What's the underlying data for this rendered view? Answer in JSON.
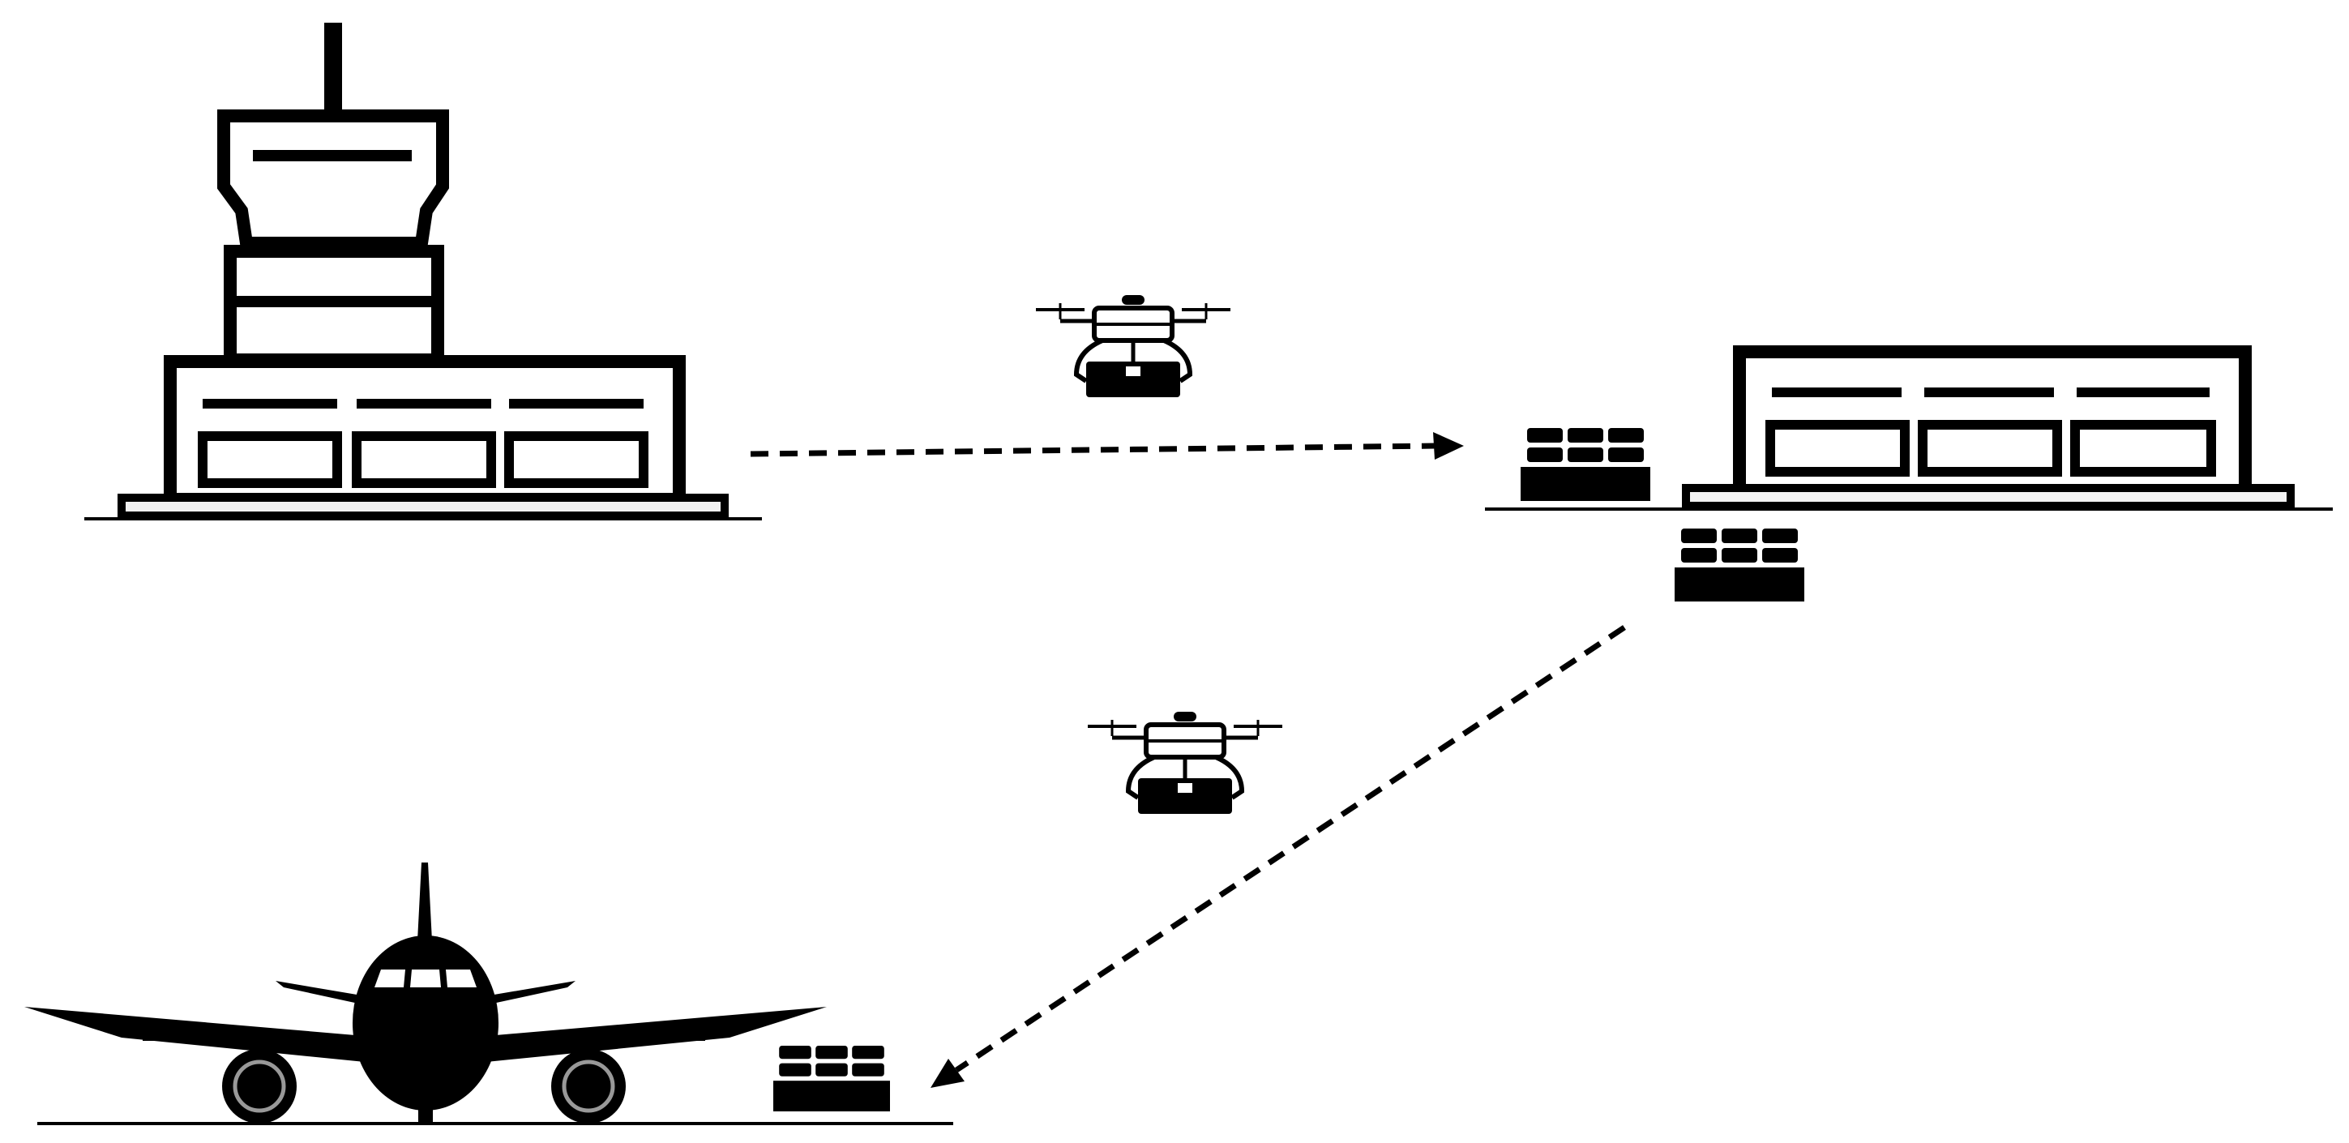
{
  "diagram": {
    "kind": "drone-cargo-delivery-flow",
    "colors": {
      "ink": "#000000",
      "paper": "#ffffff",
      "fill_light": "#f2f2f2"
    },
    "nodes": [
      {
        "id": "control-tower",
        "icon": "airport-control-tower-icon"
      },
      {
        "id": "warehouse",
        "icon": "cargo-warehouse-icon"
      },
      {
        "id": "airplane",
        "icon": "airplane-front-icon"
      }
    ],
    "edges": [
      {
        "from": "control-tower",
        "to": "warehouse",
        "style": "dashed",
        "carrier": "delivery-drone-icon"
      },
      {
        "from": "warehouse",
        "to": "airplane",
        "style": "dashed",
        "carrier": "delivery-drone-icon"
      }
    ],
    "cargo_stacks": [
      "warehouse-front",
      "warehouse-below",
      "airplane-side"
    ]
  }
}
